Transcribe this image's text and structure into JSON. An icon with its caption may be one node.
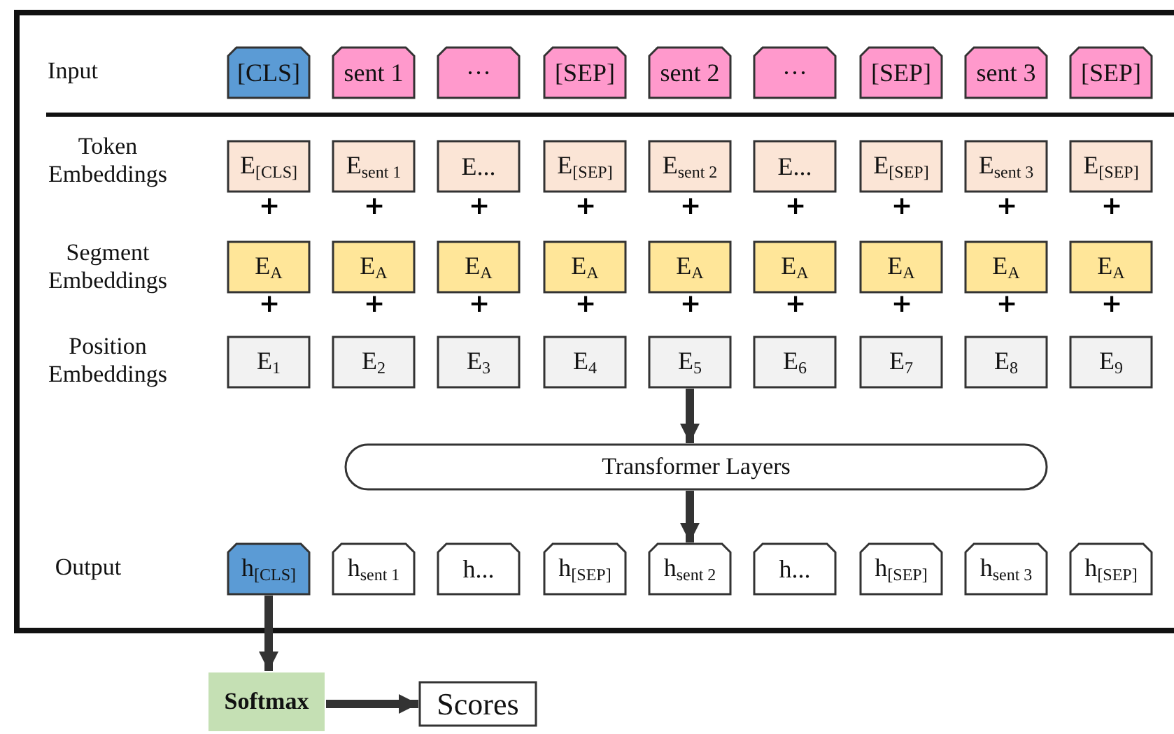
{
  "diagram": {
    "nodes": [
      {
        "text": [
          "[CLS]"
        ]
      },
      {
        "text": [
          "sent 1"
        ]
      },
      {
        "text": [
          "···"
        ]
      },
      {
        "text": [
          "[SEP]"
        ]
      },
      {
        "text": [
          "sent 2"
        ]
      },
      {
        "text": [
          "···"
        ]
      },
      {
        "text": [
          "[SEP]"
        ]
      },
      {
        "text": [
          "sent 3"
        ]
      },
      {
        "text": [
          "[SEP]"
        ]
      },
      {
        "text": [
          "E$_{[CLS]}$"
        ]
      },
      {
        "text": [
          "E$_{sent 1}$"
        ]
      },
      {
        "text": [
          "E..."
        ]
      },
      {
        "text": [
          "E$_{[SEP]}$"
        ]
      },
      {
        "text": [
          "E$_{sent 2}$"
        ]
      },
      {
        "text": [
          "E..."
        ]
      },
      {
        "text": [
          "E$_{[SEP]}$"
        ]
      },
      {
        "text": [
          "E$_{sent 3}$"
        ]
      },
      {
        "text": [
          "E$_{[SEP]}$"
        ]
      },
      {
        "text": [
          "E$_{A}$"
        ]
      },
      {
        "text": [
          "E$_{A}$"
        ]
      },
      {
        "text": [
          "E$_{A}$"
        ]
      },
      {
        "text": [
          "E$_{A}$"
        ]
      },
      {
        "text": [
          "E$_{A}$"
        ]
      },
      {
        "text": [
          "E$_{A}$"
        ]
      },
      {
        "text": [
          "E$_{A}$"
        ]
      },
      {
        "text": [
          "E$_{A}$"
        ]
      },
      {
        "text": [
          "E$_{A}$"
        ]
      },
      {
        "text": [
          "E$_{1}$"
        ]
      },
      {
        "text": [
          "E$_{2}$"
        ]
      },
      {
        "text": [
          "E$_{3}$"
        ]
      },
      {
        "text": [
          "E$_{4}$"
        ]
      },
      {
        "text": [
          "E$_{5}$"
        ]
      },
      {
        "text": [
          "E$_{6}$"
        ]
      },
      {
        "text": [
          "E$_{7}$"
        ]
      },
      {
        "text": [
          "E$_{8}$"
        ]
      },
      {
        "text": [
          "E$_{9}$"
        ]
      },
      {
        "text": [
          "Transformer Layers"
        ]
      },
      {
        "text": [
          "h$_{[CLS]}$"
        ]
      },
      {
        "text": [
          "h$_{sent 1}$"
        ]
      },
      {
        "text": [
          "h..."
        ]
      },
      {
        "text": [
          "h$_{[SEP]}$"
        ]
      },
      {
        "text": [
          "h$_{sent 2}$"
        ]
      },
      {
        "text": [
          "h..."
        ]
      },
      {
        "text": [
          "h$_{[SEP]}$"
        ]
      },
      {
        "text": [
          "h$_{sent 3}$"
        ]
      },
      {
        "text": [
          "h$_{[SEP]}$"
        ]
      },
      {
        "text": [
          "Softmax"
        ]
      },
      {
        "text": [
          "Scores"
        ]
      }
    ],
    "edges": [
      {
        "from": 31,
        "to": 36,
        "arrow": "to"
      },
      {
        "from": 36,
        "to": 41,
        "arrow": "to"
      },
      {
        "from": 37,
        "to": 46,
        "arrow": "to"
      },
      {
        "from": 46,
        "to": 47,
        "arrow": "to"
      }
    ],
    "labels": [
      "Input",
      "Token Embeddings",
      "+",
      "+",
      "+",
      "+",
      "+",
      "+",
      "+",
      "+",
      "+",
      "Segment Embeddings",
      "+",
      "+",
      "+",
      "+",
      "+",
      "+",
      "+",
      "+",
      "+",
      "Position Embeddings",
      "Output"
    ]
  }
}
